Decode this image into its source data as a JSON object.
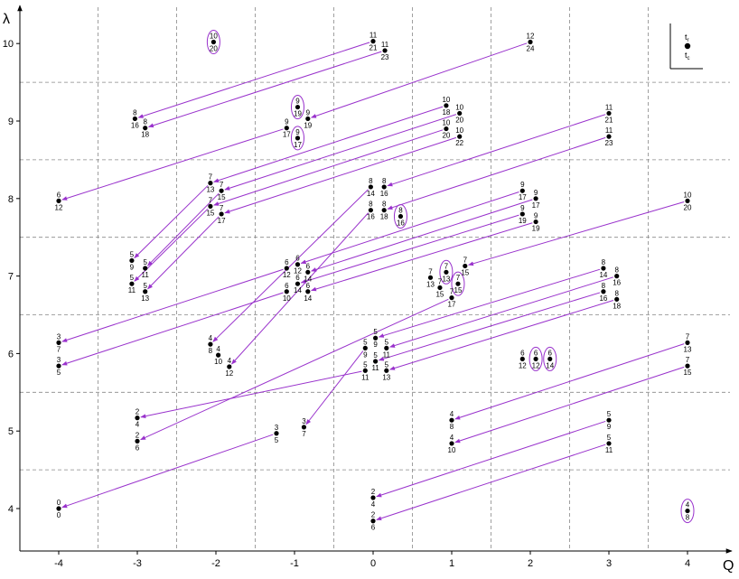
{
  "chart_data": {
    "type": "scatter",
    "xlabel": "Q",
    "ylabel": "λ",
    "xlim": [
      -4.5,
      4.5
    ],
    "ylim": [
      3.6,
      10.5
    ],
    "grid": "dashed",
    "x_ticks": [
      "-4",
      "-3",
      "-2",
      "-1",
      "0",
      "1",
      "2",
      "3",
      "4"
    ],
    "y_ticks": [
      "4",
      "5",
      "6",
      "7",
      "8",
      "9",
      "10"
    ],
    "legend": {
      "top": "t",
      "top_sub": "r",
      "bottom": "t",
      "bottom_sub": "c"
    },
    "points": [
      {
        "id": "p1",
        "x": 0.0,
        "y": 10.03,
        "tr": "11",
        "tc": "21"
      },
      {
        "id": "p2",
        "x": 0.15,
        "y": 9.91,
        "tr": "11",
        "tc": "23"
      },
      {
        "id": "p3",
        "x": 2.0,
        "y": 10.02,
        "tr": "12",
        "tc": "24"
      },
      {
        "id": "p4",
        "x": -2.03,
        "y": 10.02,
        "tr": "10",
        "tc": "20",
        "circled": true
      },
      {
        "id": "p5",
        "x": -3.03,
        "y": 9.03,
        "tr": "8",
        "tc": "16"
      },
      {
        "id": "p6",
        "x": -2.9,
        "y": 8.91,
        "tr": "8",
        "tc": "18"
      },
      {
        "id": "p7",
        "x": -0.96,
        "y": 9.18,
        "tr": "9",
        "tc": "19",
        "circled": true
      },
      {
        "id": "p8",
        "x": -0.83,
        "y": 9.03,
        "tr": "9",
        "tc": "19"
      },
      {
        "id": "p9",
        "x": -1.1,
        "y": 8.91,
        "tr": "9",
        "tc": "17"
      },
      {
        "id": "p10",
        "x": -0.96,
        "y": 8.78,
        "tr": "9",
        "tc": "17",
        "circled": true
      },
      {
        "id": "p11",
        "x": 0.93,
        "y": 9.2,
        "tr": "10",
        "tc": "18"
      },
      {
        "id": "p12",
        "x": 1.1,
        "y": 9.1,
        "tr": "10",
        "tc": "20"
      },
      {
        "id": "p13",
        "x": 0.93,
        "y": 8.9,
        "tr": "10",
        "tc": "20"
      },
      {
        "id": "p14",
        "x": 1.1,
        "y": 8.8,
        "tr": "10",
        "tc": "22"
      },
      {
        "id": "p15",
        "x": 3.0,
        "y": 9.1,
        "tr": "11",
        "tc": "21"
      },
      {
        "id": "p16",
        "x": 3.0,
        "y": 8.8,
        "tr": "11",
        "tc": "23"
      },
      {
        "id": "p17",
        "x": -4.0,
        "y": 7.97,
        "tr": "6",
        "tc": "12"
      },
      {
        "id": "p18",
        "x": -2.07,
        "y": 8.2,
        "tr": "7",
        "tc": "13"
      },
      {
        "id": "p19",
        "x": -1.93,
        "y": 8.1,
        "tr": "7",
        "tc": "15"
      },
      {
        "id": "p20",
        "x": -2.07,
        "y": 7.9,
        "tr": "7",
        "tc": "15"
      },
      {
        "id": "p21",
        "x": -1.93,
        "y": 7.8,
        "tr": "7",
        "tc": "17"
      },
      {
        "id": "p22",
        "x": -0.03,
        "y": 8.15,
        "tr": "8",
        "tc": "14"
      },
      {
        "id": "p23",
        "x": 0.14,
        "y": 8.15,
        "tr": "8",
        "tc": "16"
      },
      {
        "id": "p24",
        "x": -0.03,
        "y": 7.85,
        "tr": "8",
        "tc": "16"
      },
      {
        "id": "p25",
        "x": 0.14,
        "y": 7.85,
        "tr": "8",
        "tc": "18"
      },
      {
        "id": "p26",
        "x": 0.35,
        "y": 7.77,
        "tr": "8",
        "tc": "16",
        "circled": true
      },
      {
        "id": "p27",
        "x": 1.9,
        "y": 8.1,
        "tr": "9",
        "tc": "17"
      },
      {
        "id": "p28",
        "x": 2.07,
        "y": 8.0,
        "tr": "9",
        "tc": "17"
      },
      {
        "id": "p29",
        "x": 1.9,
        "y": 7.8,
        "tr": "9",
        "tc": "19"
      },
      {
        "id": "p30",
        "x": 2.07,
        "y": 7.7,
        "tr": "9",
        "tc": "19"
      },
      {
        "id": "p31",
        "x": 4.0,
        "y": 7.97,
        "tr": "10",
        "tc": "20"
      },
      {
        "id": "p32",
        "x": -3.07,
        "y": 7.2,
        "tr": "5",
        "tc": "9"
      },
      {
        "id": "p33",
        "x": -2.9,
        "y": 7.1,
        "tr": "5",
        "tc": "11"
      },
      {
        "id": "p34",
        "x": -3.07,
        "y": 6.9,
        "tr": "5",
        "tc": "11"
      },
      {
        "id": "p35",
        "x": -2.9,
        "y": 6.8,
        "tr": "5",
        "tc": "13"
      },
      {
        "id": "p36",
        "x": -1.1,
        "y": 7.1,
        "tr": "6",
        "tc": "12"
      },
      {
        "id": "p37",
        "x": -0.96,
        "y": 7.15,
        "tr": "6",
        "tc": "12"
      },
      {
        "id": "p38",
        "x": -0.83,
        "y": 7.05,
        "tr": "6",
        "tc": "14"
      },
      {
        "id": "p39",
        "x": -1.1,
        "y": 6.8,
        "tr": "6",
        "tc": "10"
      },
      {
        "id": "p40",
        "x": -0.96,
        "y": 6.9,
        "tr": "6",
        "tc": "14"
      },
      {
        "id": "p41",
        "x": -0.83,
        "y": 6.8,
        "tr": "6",
        "tc": "14"
      },
      {
        "id": "p42",
        "x": 0.73,
        "y": 6.98,
        "tr": "7",
        "tc": "13"
      },
      {
        "id": "p43",
        "x": 0.93,
        "y": 7.05,
        "tr": "7",
        "tc": "13",
        "circled": true
      },
      {
        "id": "p44",
        "x": 1.08,
        "y": 6.9,
        "tr": "7",
        "tc": "15",
        "circled": true
      },
      {
        "id": "p45",
        "x": 0.85,
        "y": 6.85,
        "tr": "7",
        "tc": "15"
      },
      {
        "id": "p46",
        "x": 1.0,
        "y": 6.72,
        "tr": "7",
        "tc": "17"
      },
      {
        "id": "p47",
        "x": 1.17,
        "y": 7.13,
        "tr": "7",
        "tc": "15"
      },
      {
        "id": "p48",
        "x": 2.93,
        "y": 7.1,
        "tr": "8",
        "tc": "14"
      },
      {
        "id": "p49",
        "x": 3.1,
        "y": 7.0,
        "tr": "8",
        "tc": "16"
      },
      {
        "id": "p50",
        "x": 2.93,
        "y": 6.8,
        "tr": "8",
        "tc": "16"
      },
      {
        "id": "p51",
        "x": 3.1,
        "y": 6.7,
        "tr": "8",
        "tc": "18"
      },
      {
        "id": "p52",
        "x": -4.0,
        "y": 6.14,
        "tr": "3",
        "tc": "7"
      },
      {
        "id": "p53",
        "x": -4.0,
        "y": 5.84,
        "tr": "3",
        "tc": "5"
      },
      {
        "id": "p54",
        "x": -2.07,
        "y": 6.12,
        "tr": "4",
        "tc": "8"
      },
      {
        "id": "p55",
        "x": -1.97,
        "y": 5.98,
        "tr": "4",
        "tc": "10"
      },
      {
        "id": "p56",
        "x": -1.83,
        "y": 5.83,
        "tr": "4",
        "tc": "12"
      },
      {
        "id": "p57",
        "x": -0.1,
        "y": 6.07,
        "tr": "5",
        "tc": "9"
      },
      {
        "id": "p58",
        "x": 0.03,
        "y": 6.2,
        "tr": "5",
        "tc": "9"
      },
      {
        "id": "p59",
        "x": 0.17,
        "y": 6.07,
        "tr": "5",
        "tc": "11"
      },
      {
        "id": "p60",
        "x": -0.1,
        "y": 5.78,
        "tr": "5",
        "tc": "11"
      },
      {
        "id": "p61",
        "x": 0.03,
        "y": 5.9,
        "tr": "5",
        "tc": "11"
      },
      {
        "id": "p62",
        "x": 0.17,
        "y": 5.78,
        "tr": "5",
        "tc": "13"
      },
      {
        "id": "p63",
        "x": 1.9,
        "y": 5.93,
        "tr": "6",
        "tc": "12"
      },
      {
        "id": "p64",
        "x": 2.07,
        "y": 5.93,
        "tr": "6",
        "tc": "12",
        "circled": true
      },
      {
        "id": "p65",
        "x": 2.25,
        "y": 5.93,
        "tr": "6",
        "tc": "14",
        "circled": true
      },
      {
        "id": "p66",
        "x": 4.0,
        "y": 6.14,
        "tr": "7",
        "tc": "13"
      },
      {
        "id": "p67",
        "x": 4.0,
        "y": 5.84,
        "tr": "7",
        "tc": "15"
      },
      {
        "id": "p68",
        "x": -3.0,
        "y": 5.17,
        "tr": "2",
        "tc": "4"
      },
      {
        "id": "p69",
        "x": -3.0,
        "y": 4.87,
        "tr": "2",
        "tc": "6"
      },
      {
        "id": "p70",
        "x": -1.23,
        "y": 4.97,
        "tr": "3",
        "tc": "5"
      },
      {
        "id": "p71",
        "x": -0.88,
        "y": 5.05,
        "tr": "3",
        "tc": "7"
      },
      {
        "id": "p72",
        "x": 1.0,
        "y": 5.14,
        "tr": "4",
        "tc": "8"
      },
      {
        "id": "p73",
        "x": 1.0,
        "y": 4.84,
        "tr": "4",
        "tc": "10"
      },
      {
        "id": "p74",
        "x": 3.0,
        "y": 5.14,
        "tr": "5",
        "tc": "9"
      },
      {
        "id": "p75",
        "x": 3.0,
        "y": 4.84,
        "tr": "5",
        "tc": "11"
      },
      {
        "id": "p76",
        "x": -4.0,
        "y": 4.0,
        "tr": "0",
        "tc": "0"
      },
      {
        "id": "p77",
        "x": 0.0,
        "y": 4.14,
        "tr": "2",
        "tc": "4"
      },
      {
        "id": "p78",
        "x": 0.0,
        "y": 3.84,
        "tr": "2",
        "tc": "6"
      },
      {
        "id": "p79",
        "x": 4.0,
        "y": 3.97,
        "tr": "4",
        "tc": "8",
        "circled": true
      }
    ],
    "arrows": [
      [
        "p1",
        "p5"
      ],
      [
        "p2",
        "p6"
      ],
      [
        "p3",
        "p8"
      ],
      [
        "p9",
        "p17"
      ],
      [
        "p11",
        "p18"
      ],
      [
        "p12",
        "p19"
      ],
      [
        "p13",
        "p20"
      ],
      [
        "p14",
        "p21"
      ],
      [
        "p15",
        "p23"
      ],
      [
        "p16",
        "p25"
      ],
      [
        "p18",
        "p32"
      ],
      [
        "p19",
        "p33"
      ],
      [
        "p20",
        "p34"
      ],
      [
        "p21",
        "p35"
      ],
      [
        "p27",
        "p37"
      ],
      [
        "p28",
        "p38"
      ],
      [
        "p29",
        "p40"
      ],
      [
        "p30",
        "p41"
      ],
      [
        "p31",
        "p47"
      ],
      [
        "p36",
        "p52"
      ],
      [
        "p39",
        "p53"
      ],
      [
        "p22",
        "p54"
      ],
      [
        "p24",
        "p56"
      ],
      [
        "p48",
        "p58"
      ],
      [
        "p49",
        "p59"
      ],
      [
        "p50",
        "p61"
      ],
      [
        "p51",
        "p62"
      ],
      [
        "p60",
        "p68"
      ],
      [
        "p46",
        "p69"
      ],
      [
        "p57",
        "p71"
      ],
      [
        "p66",
        "p72"
      ],
      [
        "p67",
        "p73"
      ],
      [
        "p70",
        "p76"
      ],
      [
        "p74",
        "p77"
      ],
      [
        "p75",
        "p78"
      ]
    ]
  },
  "colors": {
    "arrow": "#9932CC",
    "circle": "#9932CC",
    "grid": "#888888",
    "axis": "#000000",
    "point": "#000000"
  }
}
